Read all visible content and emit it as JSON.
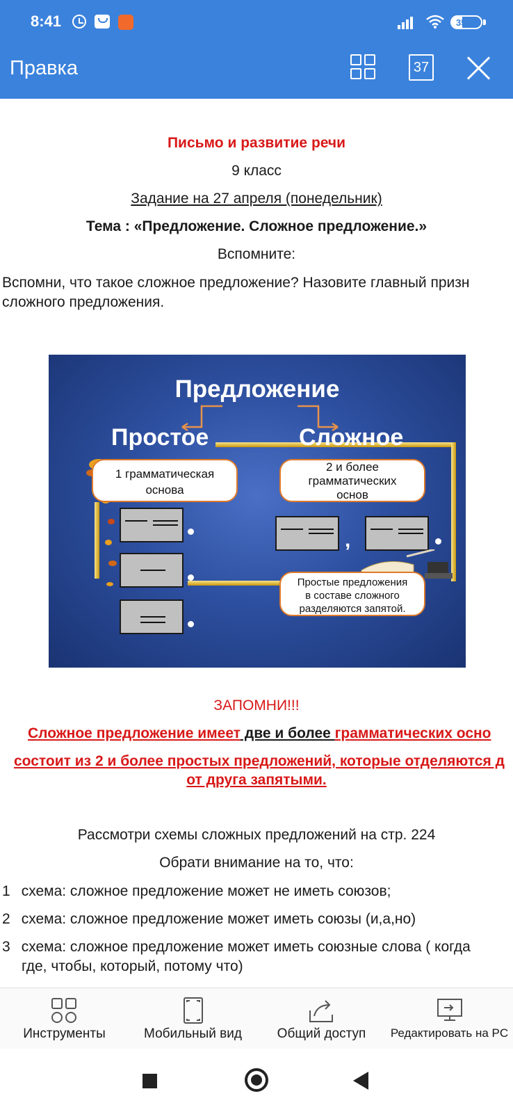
{
  "status_bar": {
    "time": "8:41",
    "battery": "35",
    "battery_level": 0.35
  },
  "app_bar": {
    "title": "Правка",
    "page_count": "37"
  },
  "document": {
    "subject": "Письмо и развитие речи",
    "grade": "9 класс",
    "assignment": "Задание на 27 апреля (понедельник)",
    "topic": "Тема : «Предложение. Сложное предложение.»",
    "recall_heading": "Вспомните:",
    "question_line1": "Вспомни, что такое сложное предложение? Назовите главный призн",
    "question_line2": "сложного предложения.",
    "slide": {
      "title": "Предложение",
      "simple_label": "Простое",
      "complex_label": "Сложное",
      "simple_bubble_line1": "1 грамматическая",
      "simple_bubble_line2": "основа",
      "complex_bubble_line1": "2 и более",
      "complex_bubble_line2": "грамматических",
      "complex_bubble_line3": "основ",
      "comma_note_line1": "Простые предложения",
      "comma_note_line2": "в составе сложного",
      "comma_note_line3": "разделяются запятой."
    },
    "remember": "ЗАПОМНИ!!!",
    "rule_part1": "Сложное  предложение имеет",
    "rule_part2": " две и более ",
    "rule_part3": "грамматических осно",
    "rule_line2": "состоит из 2 и более простых предложений, которые отделяются д",
    "rule_line3": "от друга запятыми.",
    "schemes_intro": "Рассмотри схемы сложных предложений на стр. 224",
    "attention": "Обрати внимание на то, что:",
    "items": [
      {
        "num": "1",
        "text": "схема: сложное предложение может не иметь союзов;"
      },
      {
        "num": "2",
        "text": "схема: сложное предложение может иметь  союзы (и,а,но)"
      },
      {
        "num": "3",
        "text": "схема: сложное предложение может иметь союзные слова ( когда"
      }
    ],
    "item3_cont": "где, чтобы, который, потому что)"
  },
  "toolbar": {
    "tools": "Инструменты",
    "mobile_view": "Мобильный вид",
    "share": "Общий доступ",
    "edit_pc": "Редактировать на PC"
  },
  "colors": {
    "accent": "#3b82dc",
    "red": "#d81818",
    "slide_bg": "#2d4f9f",
    "bubble_border": "#e07a2a"
  }
}
